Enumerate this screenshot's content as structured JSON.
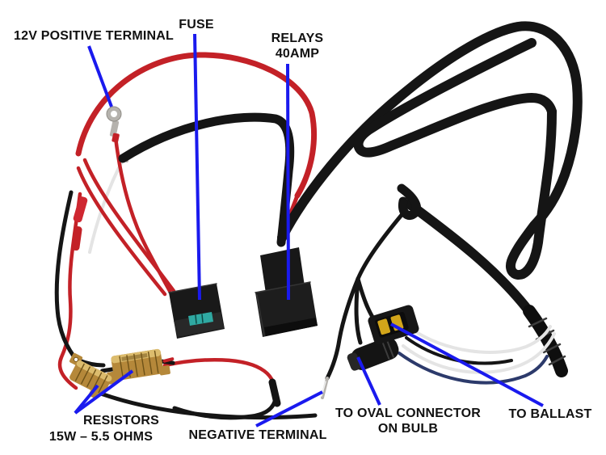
{
  "title": "HID relay wiring harness annotated diagram",
  "labels": {
    "positive_terminal": {
      "text": "12V POSITIVE TERMINAL"
    },
    "fuse": {
      "text": "FUSE"
    },
    "relays": {
      "line1": "RELAYS",
      "line2": "40AMP"
    },
    "resistors": {
      "line1": "RESISTORS",
      "line2": "15W – 5.5 OHMS"
    },
    "negative_terminal": {
      "text": "NEGATIVE TERMINAL"
    },
    "oval_connector": {
      "line1": "TO OVAL CONNECTOR",
      "line2": "ON BULB"
    },
    "ballast": {
      "text": "TO BALLAST"
    }
  },
  "colors": {
    "background": "#ffffff",
    "callout_blue": "#1a1aee",
    "label_text": "#111111",
    "wire_red": "#c32127",
    "wire_black": "#151515",
    "wire_white": "#e4e4e4",
    "wire_navy": "#2c3a6b",
    "resistor_gold": "#b5883a",
    "resistor_gold_light": "#dcbc6d",
    "fuse_teal": "#2fa9a2",
    "terminal_silver": "#b5b2ad",
    "connector_yellow": "#d2a51a"
  }
}
